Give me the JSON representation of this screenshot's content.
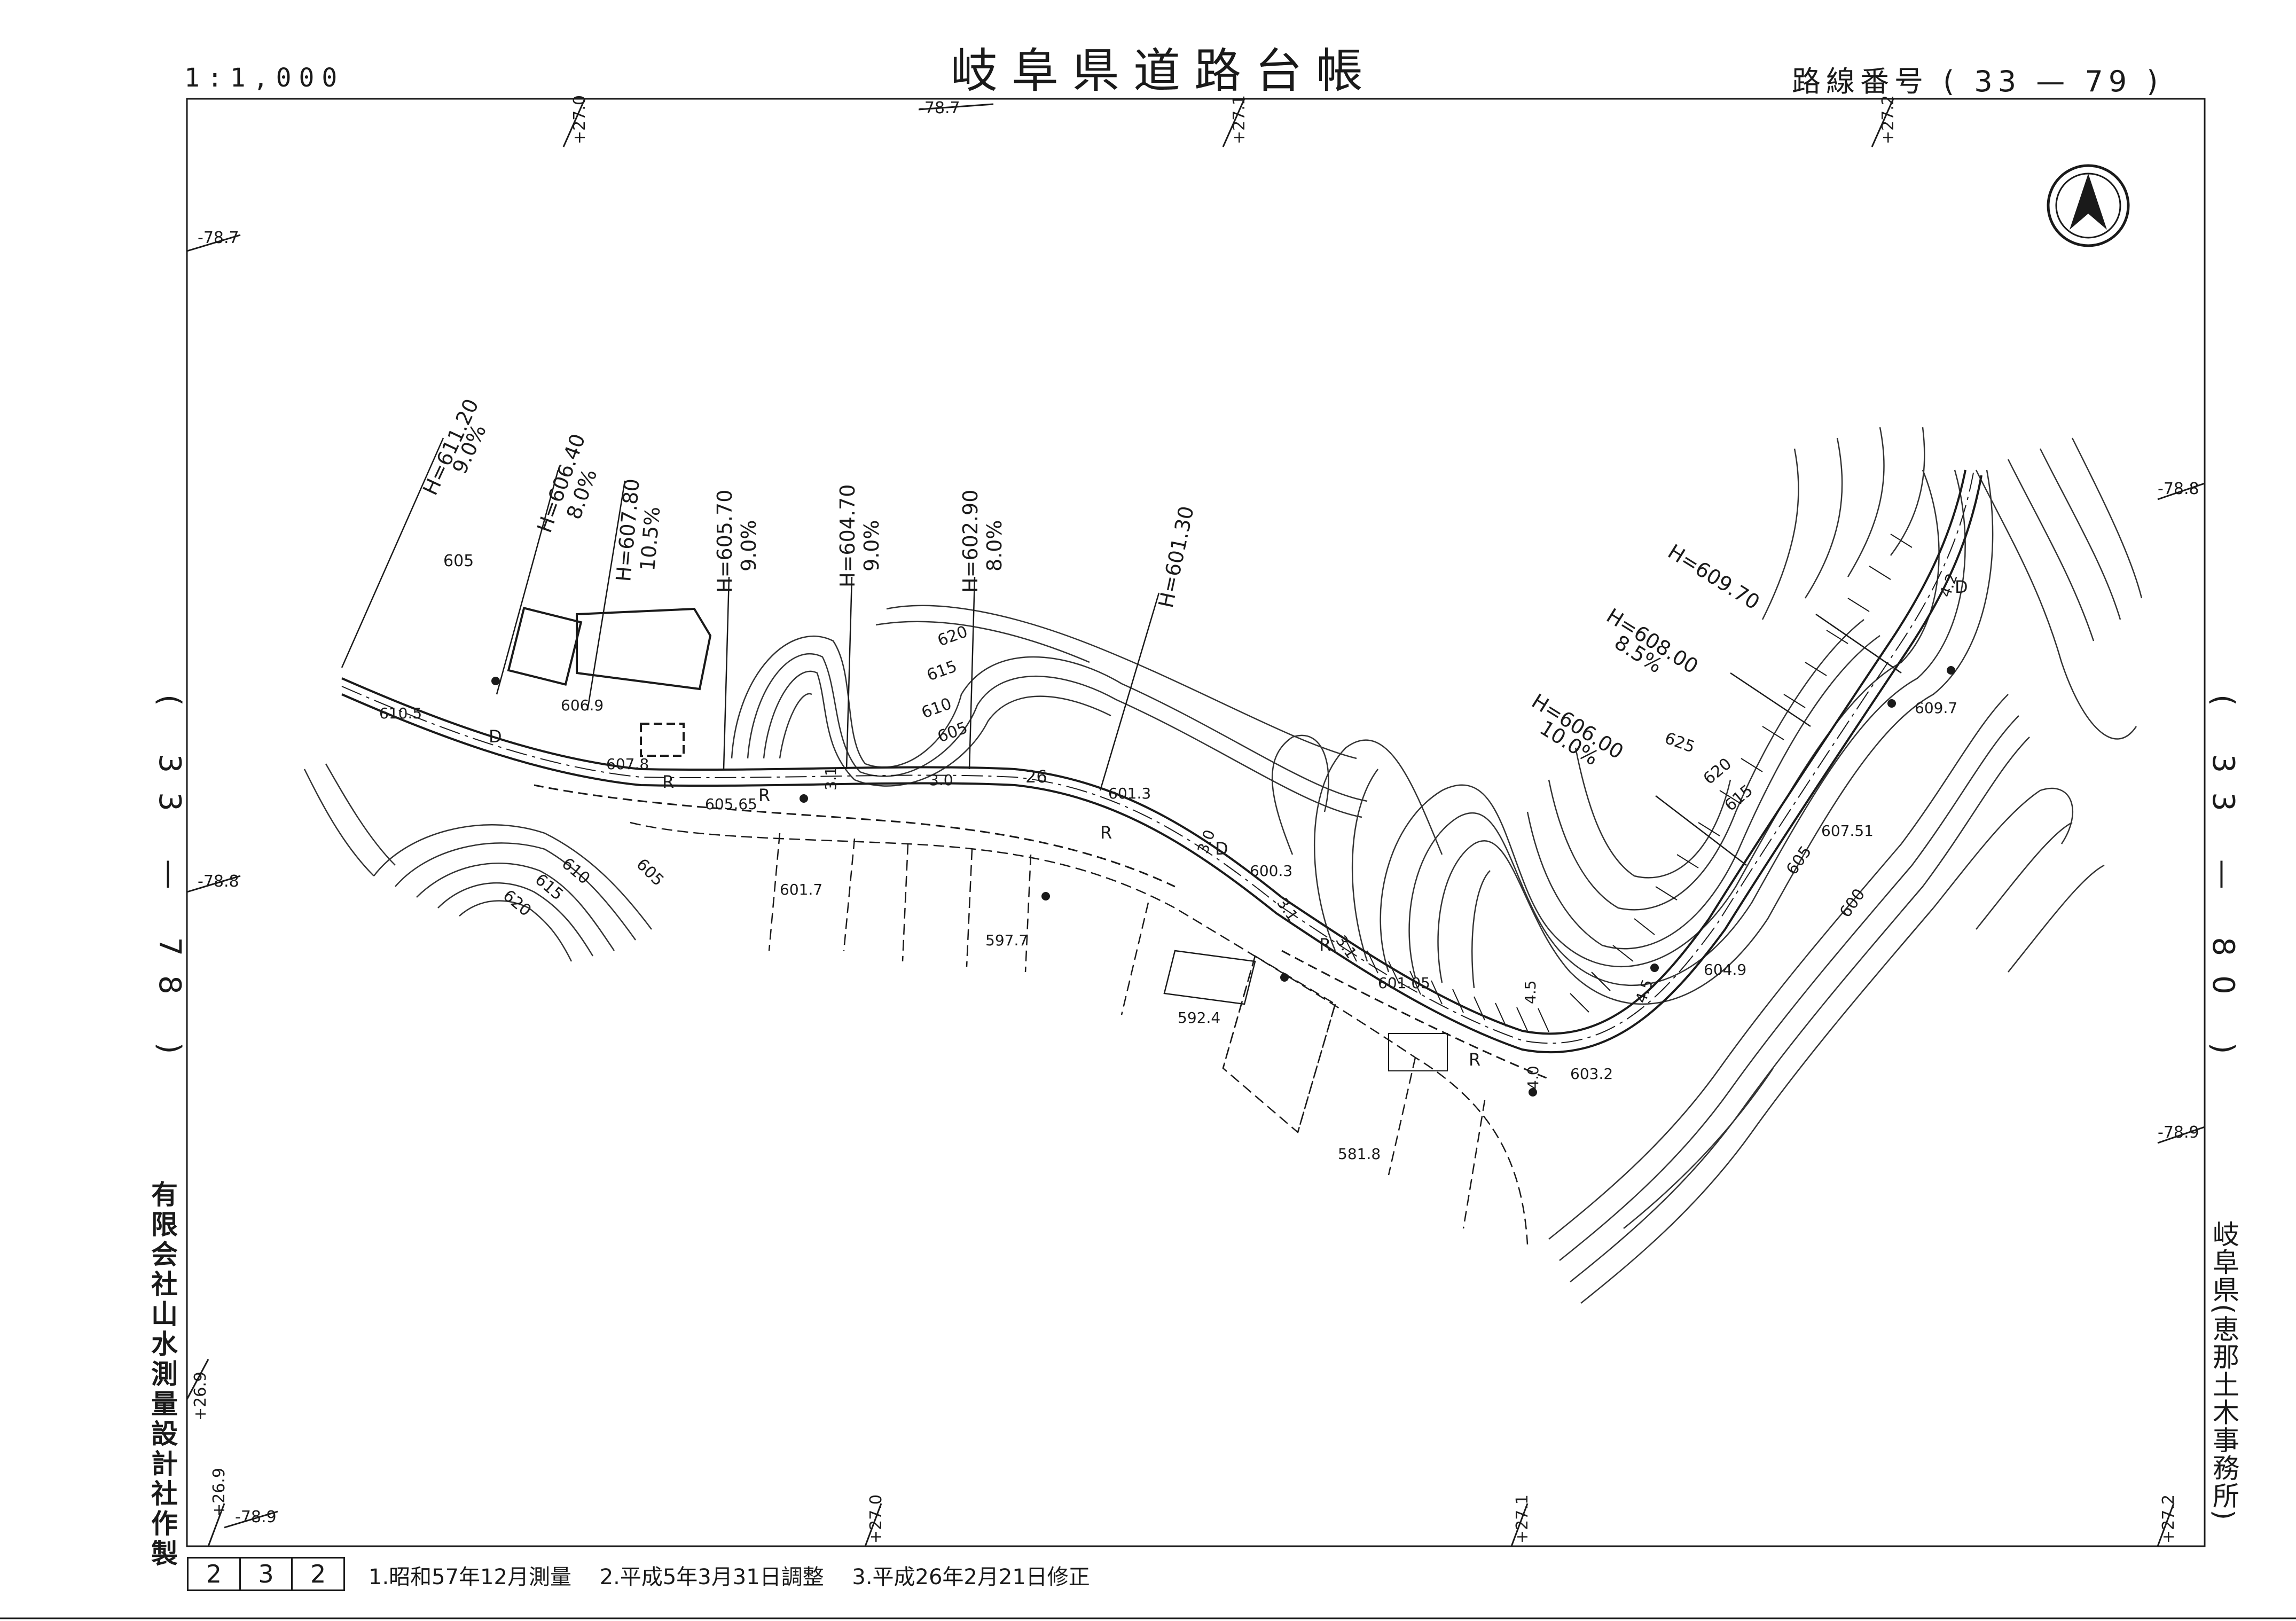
{
  "header": {
    "title": "岐阜県道路台帳",
    "scale": "1:1,000",
    "route_label": "路線番号",
    "route_open": "(",
    "route_number": "33 — 79",
    "route_close": ")"
  },
  "edges": {
    "left_adjacent": "( 33 — 78 )",
    "right_adjacent": "( 33 — 80 )"
  },
  "footer": {
    "company": "有限会社山水測量設計社作製",
    "office": "岐阜県(恵那土木事務所)",
    "sheet_cells": [
      "2",
      "3",
      "2"
    ],
    "notes": [
      "1.昭和57年12月測量",
      "2.平成5年3月31日調整",
      "3.平成26年2月21日修正"
    ]
  },
  "map": {
    "grid_labels": [
      "+27.0",
      "-78.7",
      "+27.1",
      "+27.2",
      "-78.7",
      "-78.8",
      "-78.8",
      "-78.9",
      "+26.9",
      "+26.9",
      "-78.9",
      "+27.0",
      "+27.1",
      "+27.2"
    ],
    "grades": [
      {
        "h": "H=611.20",
        "g": "9.0%"
      },
      {
        "h": "H=606.40",
        "g": "8.0%"
      },
      {
        "h": "H=607.80",
        "g": "10.5%"
      },
      {
        "h": "H=605.70",
        "g": "9.0%"
      },
      {
        "h": "H=604.70",
        "g": "9.0%"
      },
      {
        "h": "H=602.90",
        "g": "8.0%"
      },
      {
        "h": "H=601.30",
        "g": ""
      },
      {
        "h": "H=609.70",
        "g": ""
      },
      {
        "h": "H=608.00",
        "g": "8.5%"
      },
      {
        "h": "H=606.00",
        "g": "10.0%"
      }
    ],
    "spot_heights": [
      "610.5",
      "606.9",
      "607.8",
      "605.65",
      "601.3",
      "601.7",
      "597.7",
      "600.3",
      "592.4",
      "581.8",
      "601.05",
      "603.2",
      "604.9",
      "607.51",
      "609.7"
    ],
    "contour_labels": [
      "605",
      "620",
      "615",
      "610",
      "605",
      "610",
      "615",
      "620",
      "605",
      "625",
      "620",
      "615",
      "605",
      "600"
    ],
    "road_widths": [
      "3.1",
      "3.0",
      "3.0",
      "3.1",
      "3.1",
      "4.0",
      "4.5",
      "4.5",
      "4.2"
    ],
    "markers": [
      "D",
      "D",
      "D",
      "R",
      "R",
      "R",
      "R",
      "R",
      "26"
    ]
  }
}
